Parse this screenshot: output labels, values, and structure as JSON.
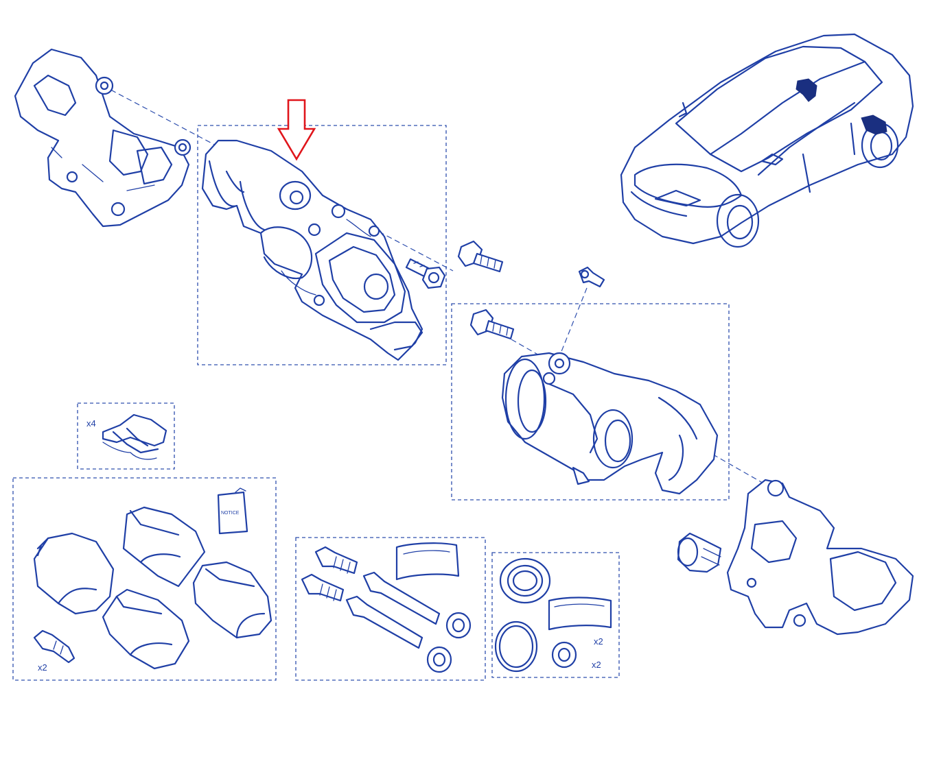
{
  "labels": {
    "clip_qty": "x4",
    "pad_bolt_qty": "x2",
    "notice": "NOTICE",
    "grease_qty": "x2",
    "boot_qty": "x2"
  },
  "colors": {
    "line": "#1f3fa6",
    "highlight_arrow": "#e0151b",
    "background": "#ffffff"
  },
  "icons": [
    "down-arrow-icon",
    "car-icon",
    "notice-booklet-icon"
  ]
}
